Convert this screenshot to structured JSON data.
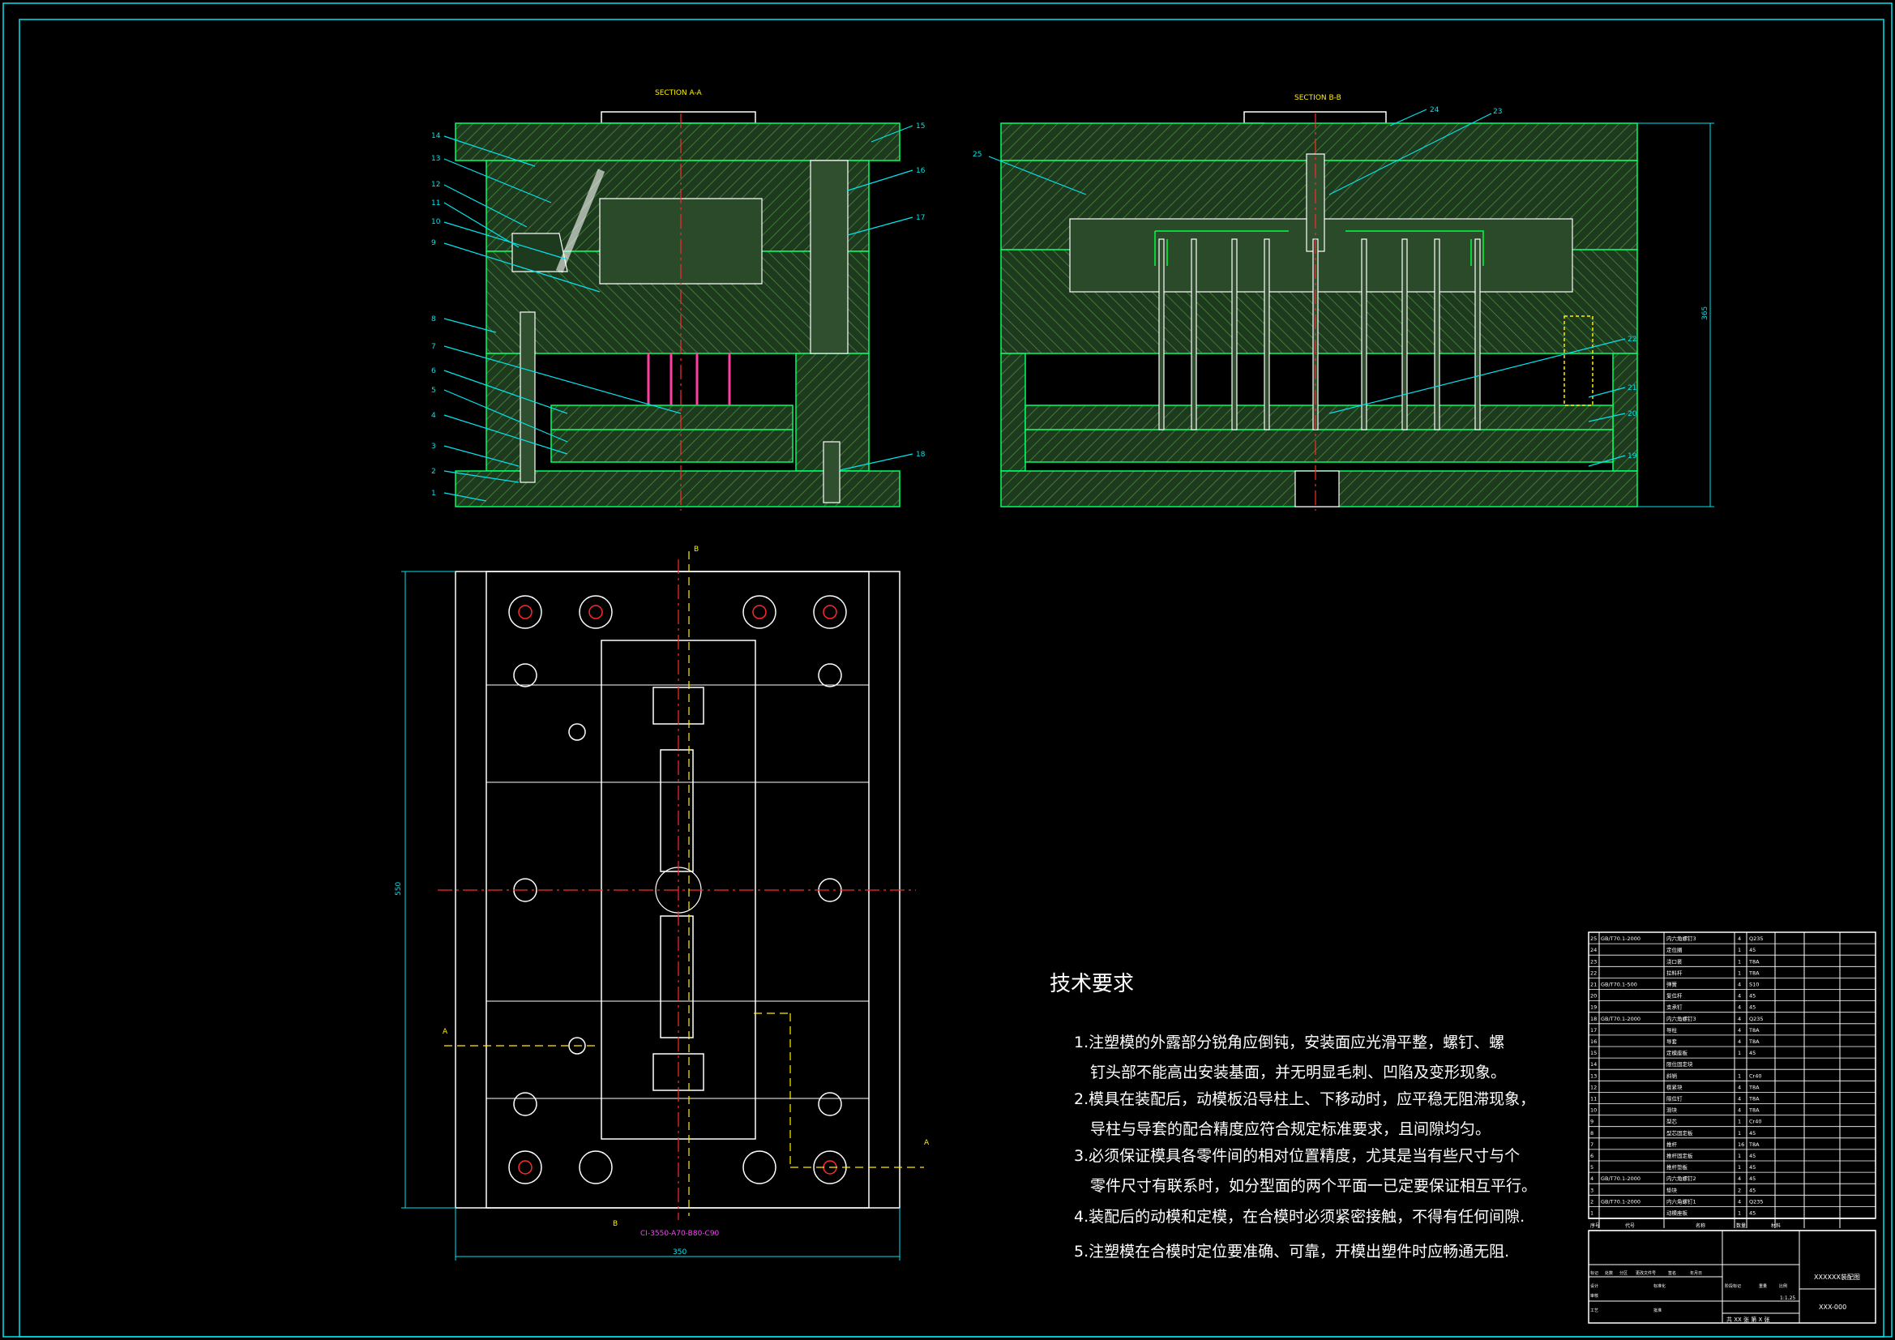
{
  "section_titles": {
    "aa": "SECTION A-A",
    "bb": "SECTION B-B"
  },
  "section_a_labels": [
    "14",
    "13",
    "12",
    "11",
    "10",
    "9",
    "8",
    "7",
    "6",
    "5",
    "4",
    "3",
    "2",
    "1",
    "15",
    "16",
    "17",
    "18"
  ],
  "section_b_labels": [
    "25",
    "24",
    "23",
    "22",
    "21",
    "20",
    "19"
  ],
  "dimensions": {
    "section_b_height": "365",
    "plan_height": "550",
    "plan_width": "350",
    "mold_base_spec": "CI-3550-A70-B80-C90"
  },
  "plan_markers": {
    "a": "A",
    "b": "B"
  },
  "tech_requirements": {
    "heading": "技术要求",
    "items": [
      "1.注塑模的外露部分锐角应倒钝，安装面应光滑平整，螺钉、螺",
      "钉头部不能高出安装基面，并无明显毛刺、凹陷及变形现象。",
      "2.模具在装配后，动模板沿导柱上、下移动时，应平稳无阻滞现象，",
      "导柱与导套的配合精度应符合规定标准要求，且间隙均匀。",
      "3.必须保证模具各零件间的相对位置精度，尤其是当有些尺寸与个",
      "零件尺寸有联系时，如分型面的两个平面一已定要保证相互平行。",
      "4.装配后的动模和定模，在合模时必须紧密接触，不得有任何间隙.",
      "5.注塑模在合模时定位要准确、可靠，开模出塑件时应畅通无阻."
    ]
  },
  "bom_rows": [
    {
      "no": "25",
      "std": "GB/T70.1-2000",
      "name": "内六角螺钉3",
      "qty": "4",
      "mat": "Q235",
      "note": ""
    },
    {
      "no": "24",
      "std": "",
      "name": "定位圈",
      "qty": "1",
      "mat": "45",
      "note": ""
    },
    {
      "no": "23",
      "std": "",
      "name": "浇口套",
      "qty": "1",
      "mat": "T8A",
      "note": ""
    },
    {
      "no": "22",
      "std": "",
      "name": "拉料杆",
      "qty": "1",
      "mat": "T8A",
      "note": ""
    },
    {
      "no": "21",
      "std": "GB/T70.1-500",
      "name": "弹簧",
      "qty": "4",
      "mat": "S10",
      "note": ""
    },
    {
      "no": "20",
      "std": "",
      "name": "复位杆",
      "qty": "4",
      "mat": "45",
      "note": ""
    },
    {
      "no": "19",
      "std": "",
      "name": "支承钉",
      "qty": "4",
      "mat": "45",
      "note": ""
    },
    {
      "no": "18",
      "std": "GB/T70.1-2000",
      "name": "内六角螺钉3",
      "qty": "4",
      "mat": "Q235",
      "note": ""
    },
    {
      "no": "17",
      "std": "",
      "name": "导柱",
      "qty": "4",
      "mat": "T8A",
      "note": ""
    },
    {
      "no": "16",
      "std": "",
      "name": "导套",
      "qty": "4",
      "mat": "T8A",
      "note": ""
    },
    {
      "no": "15",
      "std": "",
      "name": "定模座板",
      "qty": "1",
      "mat": "45",
      "note": ""
    },
    {
      "no": "14",
      "std": "",
      "name": "限位固定块",
      "qty": "",
      "mat": "",
      "note": ""
    },
    {
      "no": "13",
      "std": "",
      "name": "斜销",
      "qty": "1",
      "mat": "Cr40",
      "note": ""
    },
    {
      "no": "12",
      "std": "",
      "name": "楔紧块",
      "qty": "4",
      "mat": "T8A",
      "note": ""
    },
    {
      "no": "11",
      "std": "",
      "name": "限位钉",
      "qty": "4",
      "mat": "T8A",
      "note": ""
    },
    {
      "no": "10",
      "std": "",
      "name": "滑块",
      "qty": "4",
      "mat": "T8A",
      "note": ""
    },
    {
      "no": "9",
      "std": "",
      "name": "型芯",
      "qty": "1",
      "mat": "Cr40",
      "note": ""
    },
    {
      "no": "8",
      "std": "",
      "name": "型芯固定板",
      "qty": "1",
      "mat": "45",
      "note": ""
    },
    {
      "no": "7",
      "std": "",
      "name": "推杆",
      "qty": "16",
      "mat": "T8A",
      "note": ""
    },
    {
      "no": "6",
      "std": "",
      "name": "推杆固定板",
      "qty": "1",
      "mat": "45",
      "note": ""
    },
    {
      "no": "5",
      "std": "",
      "name": "推杆垫板",
      "qty": "1",
      "mat": "45",
      "note": ""
    },
    {
      "no": "4",
      "std": "GB/T70.1-2000",
      "name": "内六角螺钉2",
      "qty": "4",
      "mat": "45",
      "note": ""
    },
    {
      "no": "3",
      "std": "",
      "name": "垫块",
      "qty": "2",
      "mat": "45",
      "note": ""
    },
    {
      "no": "2",
      "std": "GB/T70.1-2000",
      "name": "内六角螺钉1",
      "qty": "4",
      "mat": "Q235",
      "note": ""
    },
    {
      "no": "1",
      "std": "",
      "name": "动模座板",
      "qty": "1",
      "mat": "45",
      "note": ""
    }
  ],
  "bom_header": {
    "no": "序号",
    "std": "代号",
    "name": "名称",
    "qty": "数量",
    "mat": "材料"
  },
  "title_block": {
    "drawing_title": "XXXXXX装配图",
    "drawing_no": "XXX-000",
    "scale": "1:1.25",
    "sheets": "共 XX 张  第 X 张",
    "labels": [
      "标记",
      "处数",
      "分区",
      "更改文件号",
      "签名",
      "年月日",
      "设计",
      "标准化",
      "阶段标记",
      "重量",
      "比例",
      "审核",
      "工艺",
      "批准"
    ]
  },
  "colors": {
    "background": "#000000",
    "plate_line": "#00ff66",
    "leader": "#00e5ee",
    "centerline": "#ff2a2a",
    "outline": "#ffffff",
    "accent_yellow": "#ffee00",
    "accent_magenta": "#ff40ff"
  }
}
